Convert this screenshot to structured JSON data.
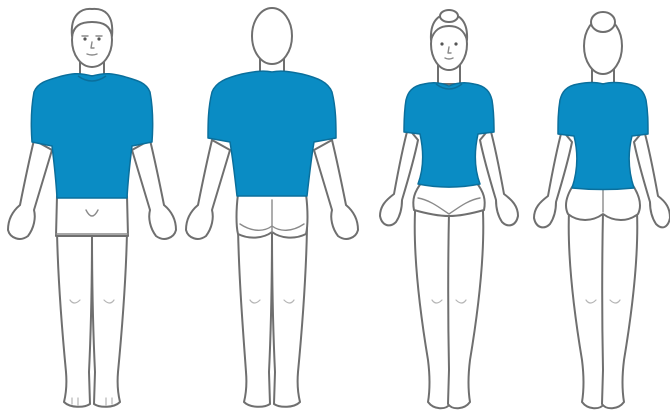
{
  "colors": {
    "garment": "#0a8cc4",
    "skin": "#ffffff",
    "outline": "#6f6f6f",
    "background": "#ffffff"
  },
  "figures": [
    {
      "name": "male-front",
      "icon": "male-body-front-icon",
      "garment": "t-shirt"
    },
    {
      "name": "male-back",
      "icon": "male-body-back-icon",
      "garment": "t-shirt"
    },
    {
      "name": "female-front",
      "icon": "female-body-front-icon",
      "garment": "t-shirt"
    },
    {
      "name": "female-back",
      "icon": "female-body-back-icon",
      "garment": "t-shirt"
    }
  ]
}
